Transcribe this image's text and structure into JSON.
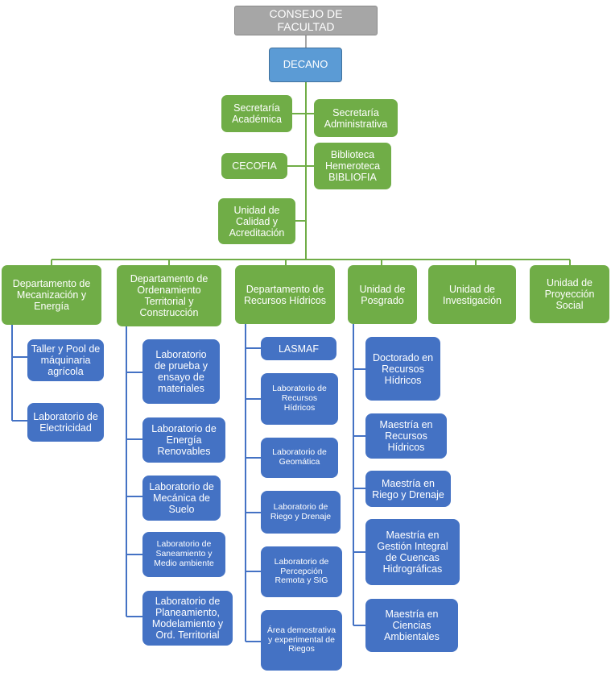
{
  "council": "CONSEJO DE FACULTAD",
  "dean": "DECANO",
  "staff": {
    "academic_secretary": "Secretaría Académica",
    "admin_secretary": "Secretaría Administrativa",
    "cecofia": "CECOFIA",
    "library": "Biblioteca Hemeroteca BIBLIOFIA",
    "quality_unit": "Unidad de Calidad y Acreditación"
  },
  "units": {
    "mechanization": {
      "title": "Departamento de Mecanización y Energía",
      "children": [
        "Taller y Pool de máquinaria agrícola",
        "Laboratorio de Electricidad"
      ]
    },
    "territorial": {
      "title": "Departamento de Ordenamiento Territorial y Construcción",
      "children": [
        "Laboratorio de prueba y ensayo de materiales",
        "Laboratorio de Energía Renovables",
        "Laboratorio de Mecánica de Suelo",
        "Laboratorio de Saneamiento y Medio ambiente",
        "Laboratorio de Planeamiento, Modelamiento y Ord. Territorial"
      ]
    },
    "water": {
      "title": "Departamento de Recursos Hídricos",
      "children": [
        "LASMAF",
        "Laboratorio de Recursos Hídricos",
        "Laboratorio de Geomática",
        "Laboratorio de Riego y Drenaje",
        "Laboratorio de Percepción Remota y SIG",
        "Área demostrativa y experimental de Riegos"
      ]
    },
    "postgrad": {
      "title": "Unidad de Posgrado",
      "children": [
        "Doctorado en Recursos Hídricos",
        "Maestría en Recursos Hídricos",
        "Maestría en Riego y Drenaje",
        "Maestría en Gestión Integral de Cuencas Hidrográficas",
        "Maestría en Ciencias Ambientales"
      ]
    },
    "research": {
      "title": "Unidad de Investigación"
    },
    "outreach": {
      "title": "Unidad de Proyección Social"
    }
  },
  "colors": {
    "council": "#a6a6a6",
    "dean": "#5b9bd5",
    "green": "#70ad47",
    "blue": "#4472c4",
    "connector_green": "#70ad47",
    "connector_blue": "#4472c4"
  }
}
